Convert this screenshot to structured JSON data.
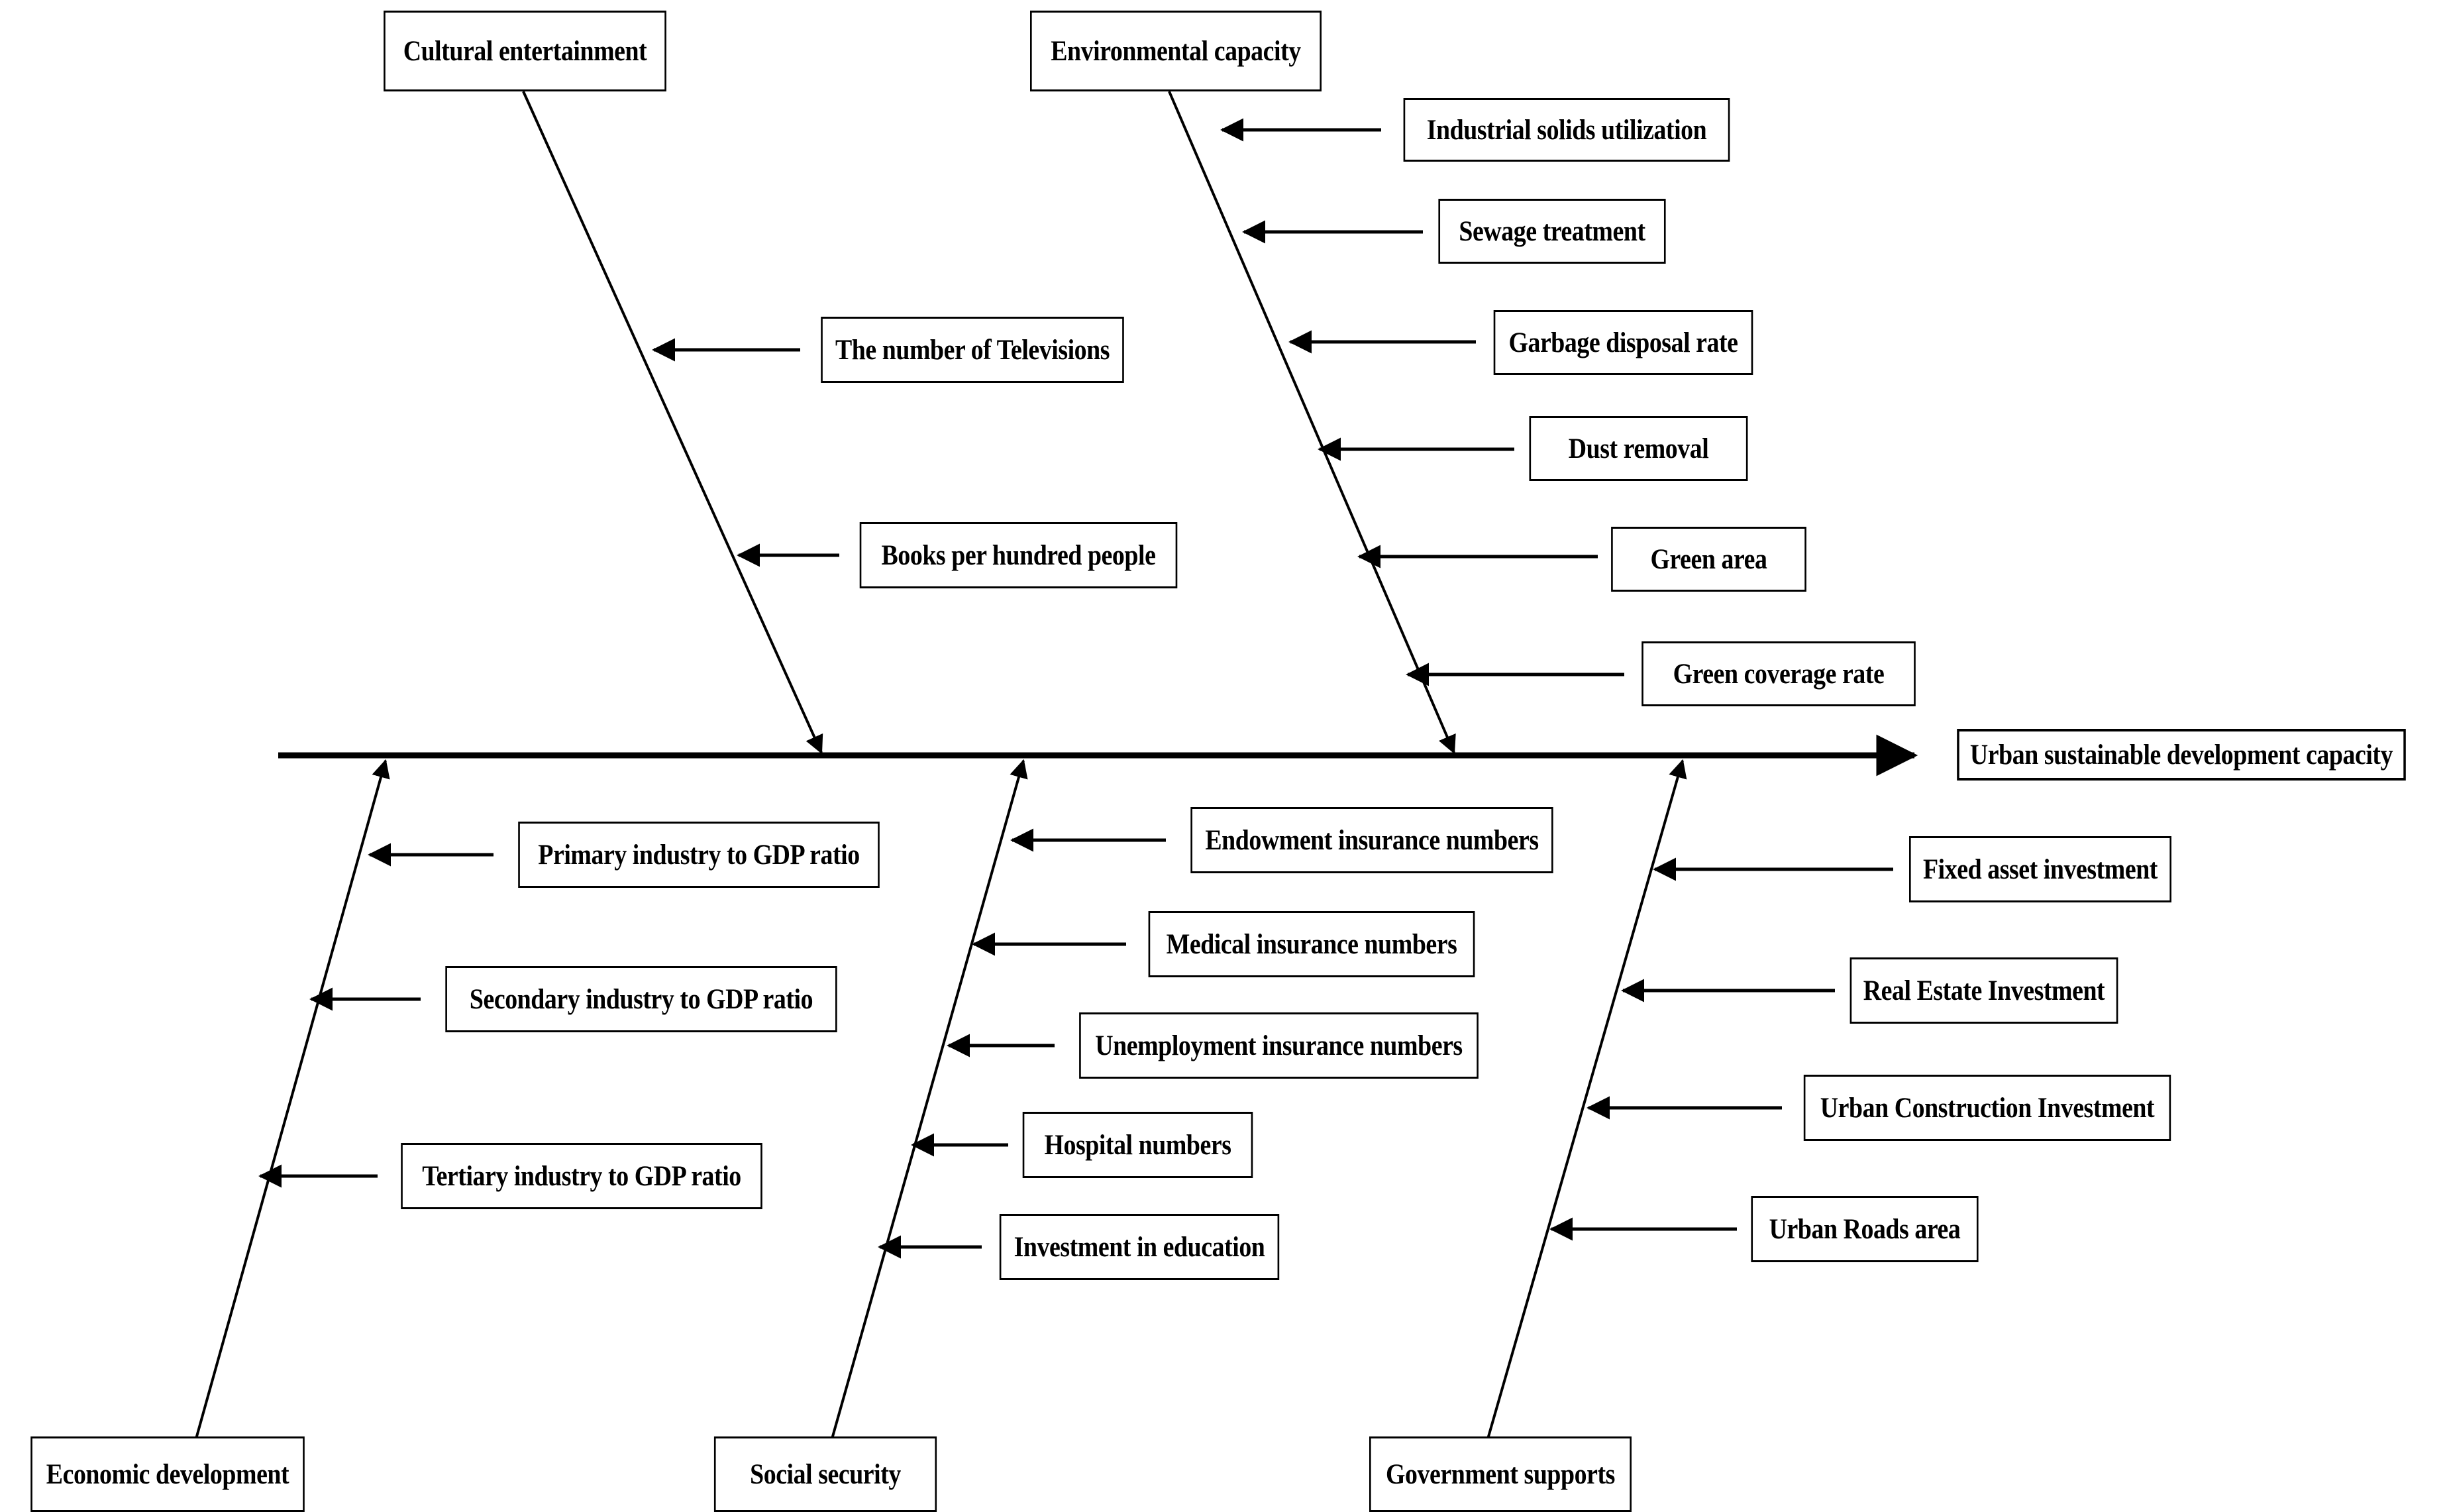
{
  "diagram": {
    "type": "fishbone-ishikawa",
    "effect": {
      "label": "Urban sustainable development capacity"
    },
    "categories": [
      {
        "id": "cultural-entertainment",
        "label": "Cultural entertainment",
        "position": "top",
        "causes": [
          {
            "label": "The number of Televisions"
          },
          {
            "label": "Books per hundred people"
          }
        ]
      },
      {
        "id": "environmental-capacity",
        "label": "Environmental capacity",
        "position": "top",
        "causes": [
          {
            "label": "Industrial solids utilization"
          },
          {
            "label": "Sewage treatment"
          },
          {
            "label": "Garbage disposal rate"
          },
          {
            "label": "Dust removal"
          },
          {
            "label": "Green area"
          },
          {
            "label": "Green coverage rate"
          }
        ]
      },
      {
        "id": "economic-development",
        "label": "Economic development",
        "position": "bottom",
        "causes": [
          {
            "label": "Primary industry to GDP ratio"
          },
          {
            "label": "Secondary industry to GDP ratio"
          },
          {
            "label": "Tertiary industry to GDP ratio"
          }
        ]
      },
      {
        "id": "social-security",
        "label": "Social security",
        "position": "bottom",
        "causes": [
          {
            "label": "Endowment insurance numbers"
          },
          {
            "label": "Medical insurance numbers"
          },
          {
            "label": "Unemployment insurance numbers"
          },
          {
            "label": "Hospital numbers"
          },
          {
            "label": "Investment in education"
          }
        ]
      },
      {
        "id": "government-supports",
        "label": "Government supports",
        "position": "bottom",
        "causes": [
          {
            "label": "Fixed asset investment"
          },
          {
            "label": "Real Estate Investment"
          },
          {
            "label": "Urban Construction Investment"
          },
          {
            "label": "Urban Roads area"
          }
        ]
      }
    ],
    "colors": {
      "stroke": "#000000",
      "background": "#ffffff",
      "text": "#000000"
    }
  }
}
